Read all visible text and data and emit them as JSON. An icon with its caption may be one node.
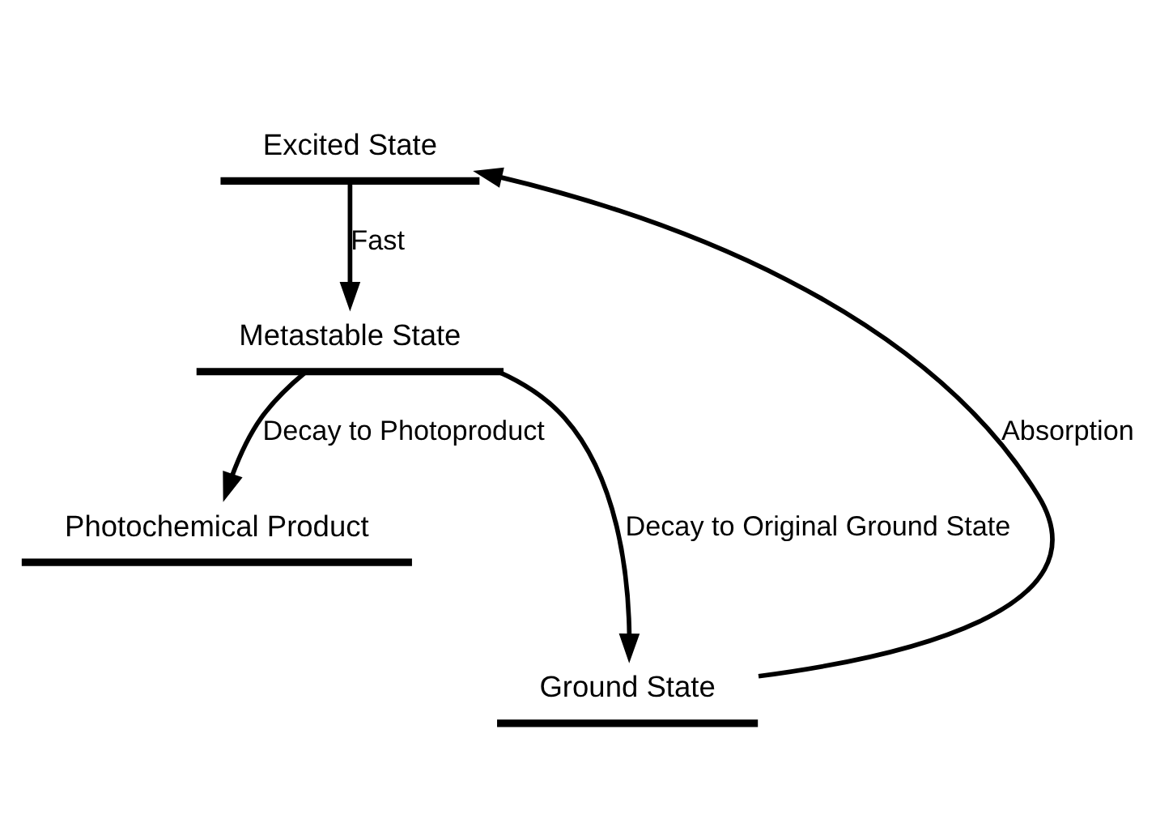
{
  "diagram": {
    "nodes": [
      {
        "text": [
          "Excited State"
        ]
      },
      {
        "text": [
          "Metastable State"
        ]
      },
      {
        "text": [
          "Photochemical Product"
        ]
      },
      {
        "text": [
          "Ground State"
        ]
      }
    ],
    "edges": [
      {
        "from": 3,
        "to": 0,
        "arrow": "to",
        "label": "Absorption"
      },
      {
        "from": 0,
        "to": 1,
        "arrow": "to",
        "label": "Fast"
      },
      {
        "from": 1,
        "to": 2,
        "arrow": "to",
        "label": "Decay to Photoproduct"
      },
      {
        "from": 1,
        "to": 3,
        "arrow": "to",
        "label": "Decay to Original Ground State"
      }
    ]
  }
}
